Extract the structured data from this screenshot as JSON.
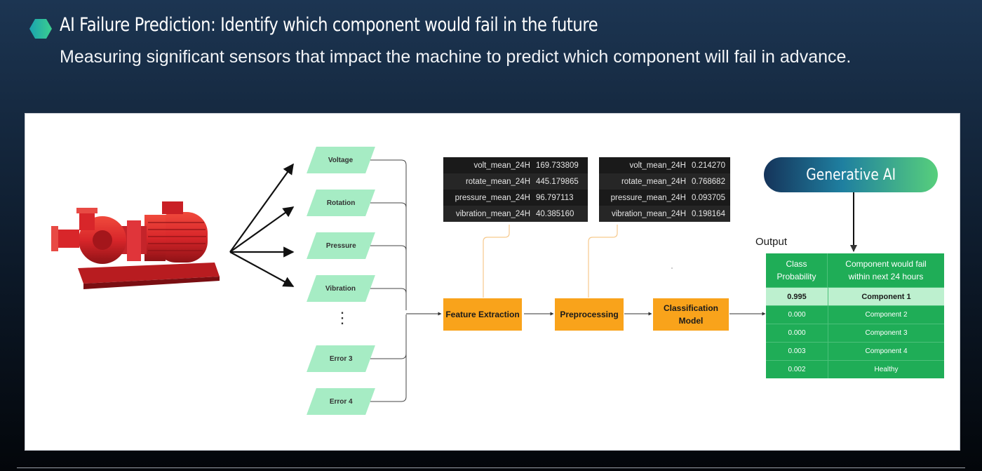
{
  "header": {
    "title": "AI Failure Prediction: Identify which component would fail in the future",
    "subtitle": "Measuring significant sensors that impact the machine to predict which component will fail in advance."
  },
  "inputs": [
    "Voltage",
    "Rotation",
    "Pressure",
    "Vibration",
    "Error 3",
    "Error 4"
  ],
  "ellipsis": "⋮",
  "steps": {
    "feature_extraction": "Feature Extraction",
    "preprocessing": "Preprocessing",
    "classification": "Classification Model"
  },
  "feature_table": [
    {
      "key": "volt_mean_24H",
      "value": "169.733809"
    },
    {
      "key": "rotate_mean_24H",
      "value": "445.179865"
    },
    {
      "key": "pressure_mean_24H",
      "value": "96.797113"
    },
    {
      "key": "vibration_mean_24H",
      "value": "40.385160"
    }
  ],
  "preprocessed_table": [
    {
      "key": "volt_mean_24H",
      "value": "0.214270"
    },
    {
      "key": "rotate_mean_24H",
      "value": "0.768682"
    },
    {
      "key": "pressure_mean_24H",
      "value": "0.093705"
    },
    {
      "key": "vibration_mean_24H",
      "value": "0.198164"
    }
  ],
  "generative_ai": "Generative AI",
  "output": {
    "label": "Output",
    "headers": [
      "Class Probability",
      "Component would fail within next 24 hours"
    ],
    "rows": [
      {
        "probability": "0.995",
        "component": "Component 1",
        "highlight": true
      },
      {
        "probability": "0.000",
        "component": "Component 2",
        "highlight": false
      },
      {
        "probability": "0.000",
        "component": "Component 3",
        "highlight": false
      },
      {
        "probability": "0.003",
        "component": "Component 4",
        "highlight": false
      },
      {
        "probability": "0.002",
        "component": "Healthy",
        "highlight": false
      }
    ]
  },
  "colors": {
    "input_tag": "#a6ecc4",
    "process_box": "#f9a31b",
    "output_table": "#1fad57",
    "output_highlight": "#bdf0cf",
    "pump_red": "#d8262a"
  }
}
